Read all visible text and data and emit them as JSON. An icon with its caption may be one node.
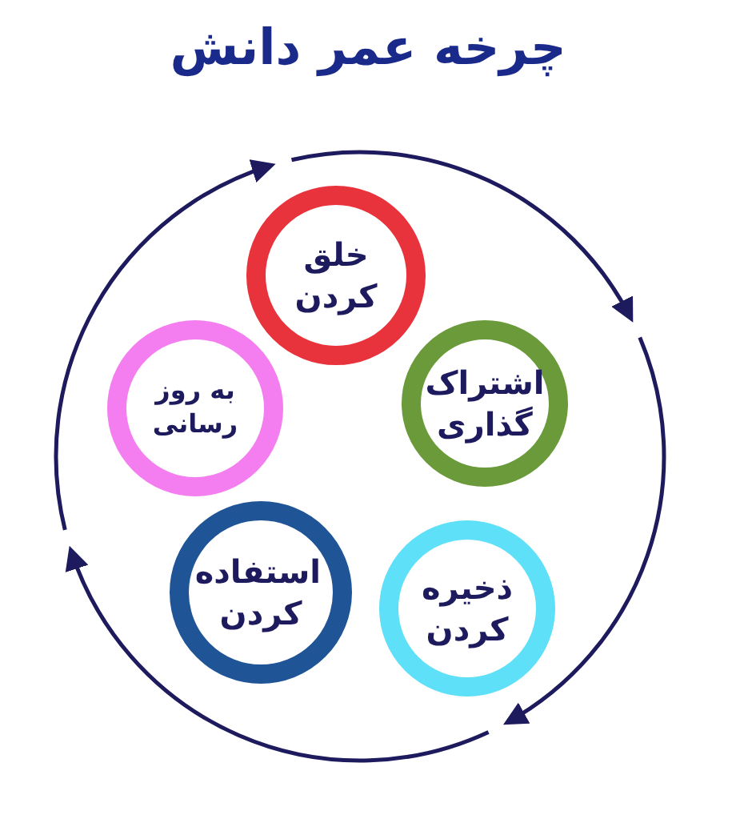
{
  "diagram": {
    "title": "چرخه عمر دانش",
    "nodes": [
      {
        "text": [
          "خلق کردن"
        ]
      },
      {
        "text": [
          "اشتراک گذاری"
        ]
      },
      {
        "text": [
          "ذخیره کردن"
        ]
      },
      {
        "text": [
          "استفاده کردن"
        ]
      },
      {
        "text": [
          "به روز رسانی"
        ]
      }
    ]
  }
}
